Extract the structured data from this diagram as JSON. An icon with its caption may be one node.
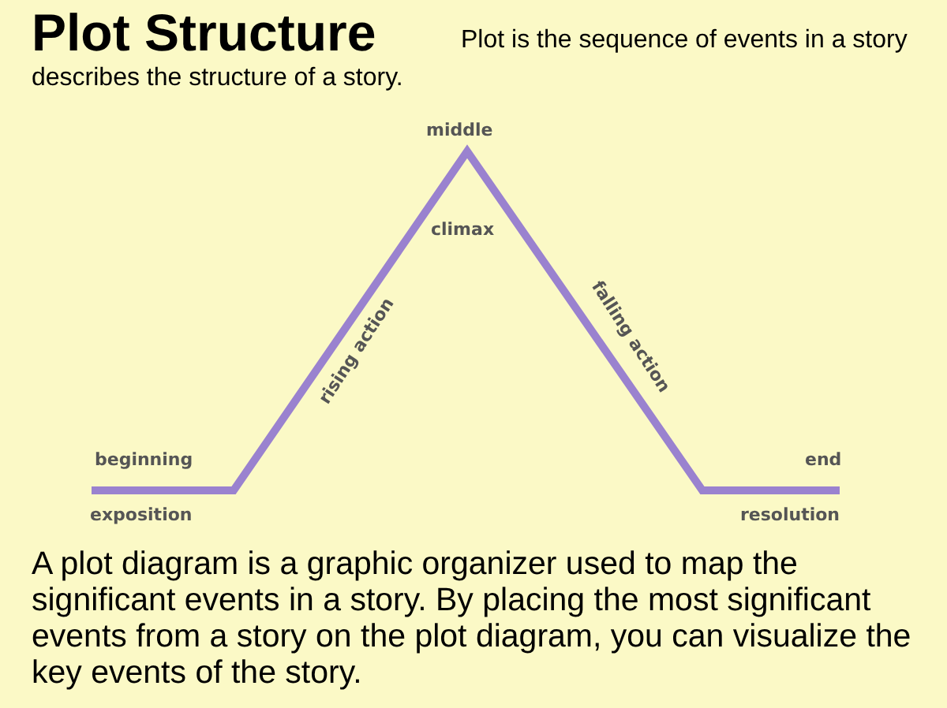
{
  "diagram": {
    "title": "Plot Structure",
    "labels": [
      "Plot is the sequence of events in a story describes the structure of a story.",
      "middle",
      "climax",
      "rising action",
      "falling action",
      "beginning",
      "end",
      "exposition",
      "resolution"
    ],
    "caption": "A plot diagram is a graphic  organizer used to map the significant events in a story. By placing the most significant events from a story on the plot diagram, you can visualize the key events of the story."
  }
}
